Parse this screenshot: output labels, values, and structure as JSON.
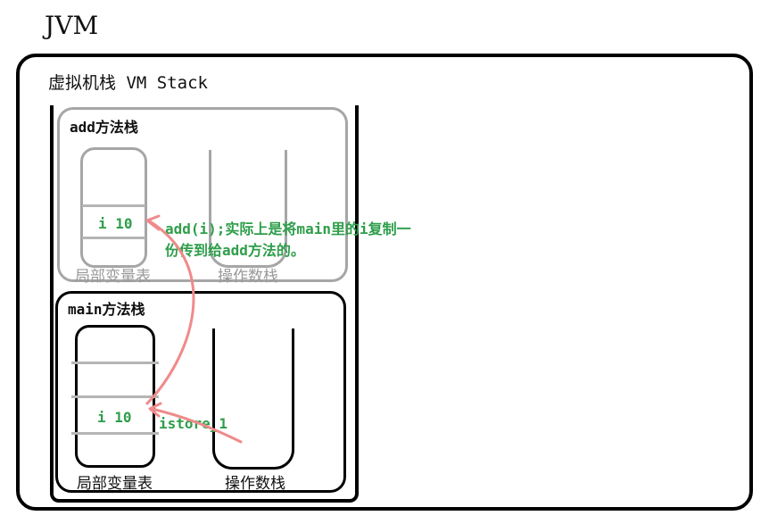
{
  "jvm": {
    "title": "JVM"
  },
  "vm_stack": {
    "title": "虚拟机栈 VM Stack"
  },
  "add_frame": {
    "label": "add方法栈",
    "local_var_table": {
      "label": "局部变量表",
      "slot_value": "i 10"
    },
    "operand_stack": {
      "label": "操作数栈"
    }
  },
  "main_frame": {
    "label": "main方法栈",
    "local_var_table": {
      "label": "局部变量表",
      "slot_value": "i 10"
    },
    "operand_stack": {
      "label": "操作数栈"
    }
  },
  "annotations": {
    "copy_note_line1": "add(i);实际上是将main里的i复制一",
    "copy_note_line2": "份传到给add方法的。",
    "istore": "istore_1"
  },
  "colors": {
    "annotation_text": "#2e9e4a",
    "arrow": "#f08a8a",
    "faded": "#a6a6a6"
  }
}
